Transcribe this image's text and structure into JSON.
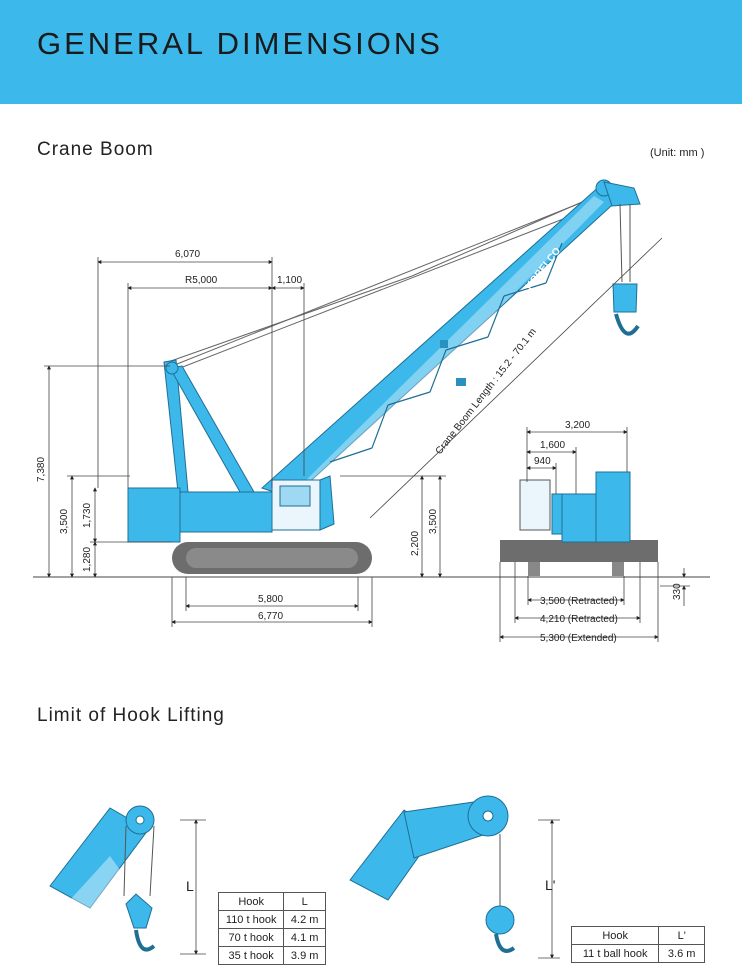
{
  "header": {
    "title": "GENERAL DIMENSIONS"
  },
  "sections": {
    "crane_boom": "Crane Boom",
    "hook_limit": "Limit of Hook Lifting"
  },
  "unit_label": "(Unit: mm )",
  "boom_label": "Crane Boom Length : 15.2 - 70.1 m",
  "brand": "KOBELCO",
  "dims": {
    "d6070": "6,070",
    "r5000": "R5,000",
    "d1100": "1,100",
    "d7380": "7,380",
    "d3500l": "3,500",
    "d1730": "1,730",
    "d1280": "1,280",
    "d2200": "2,200",
    "d3500m": "3,500",
    "d5800": "5,800",
    "d6770": "6,770",
    "d3200": "3,200",
    "d1600": "1,600",
    "d940": "940",
    "r3500": "3,500 (Retracted)",
    "r4210": "4,210 (Retracted)",
    "e5300": "5,300 (Extended)",
    "d330": "330"
  },
  "hook_labels": {
    "left": "L",
    "right": "L'"
  },
  "table_left": {
    "headers": [
      "Hook",
      "L"
    ],
    "rows": [
      [
        "110 t hook",
        "4.2 m"
      ],
      [
        "70 t hook",
        "4.1 m"
      ],
      [
        "35 t hook",
        "3.9 m"
      ]
    ]
  },
  "table_right": {
    "headers": [
      "Hook",
      "L'"
    ],
    "rows": [
      [
        "11 t ball hook",
        "3.6 m"
      ]
    ]
  },
  "colors": {
    "header": "#3db8eb",
    "crane_blue": "#3db8eb",
    "track": "#6d6d6d"
  }
}
